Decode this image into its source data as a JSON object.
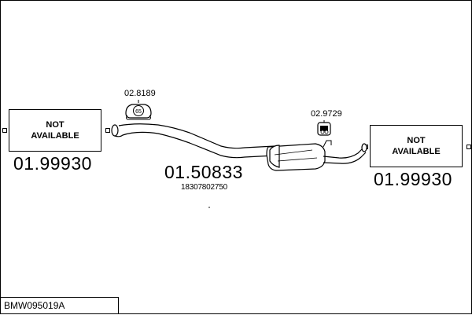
{
  "left_part": {
    "status_text": "NOT\nAVAILABLE",
    "part_number": "01.99930"
  },
  "right_part": {
    "status_text": "NOT\nAVAILABLE",
    "part_number": "01.99930"
  },
  "middle_part": {
    "part_number": "01.50833",
    "oem_number": "18307802750"
  },
  "clamp_left": {
    "part_number": "02.8189",
    "badge_text": "65"
  },
  "hanger_right": {
    "part_number": "02.9729"
  },
  "reference": {
    "code": "BMW095019A"
  }
}
